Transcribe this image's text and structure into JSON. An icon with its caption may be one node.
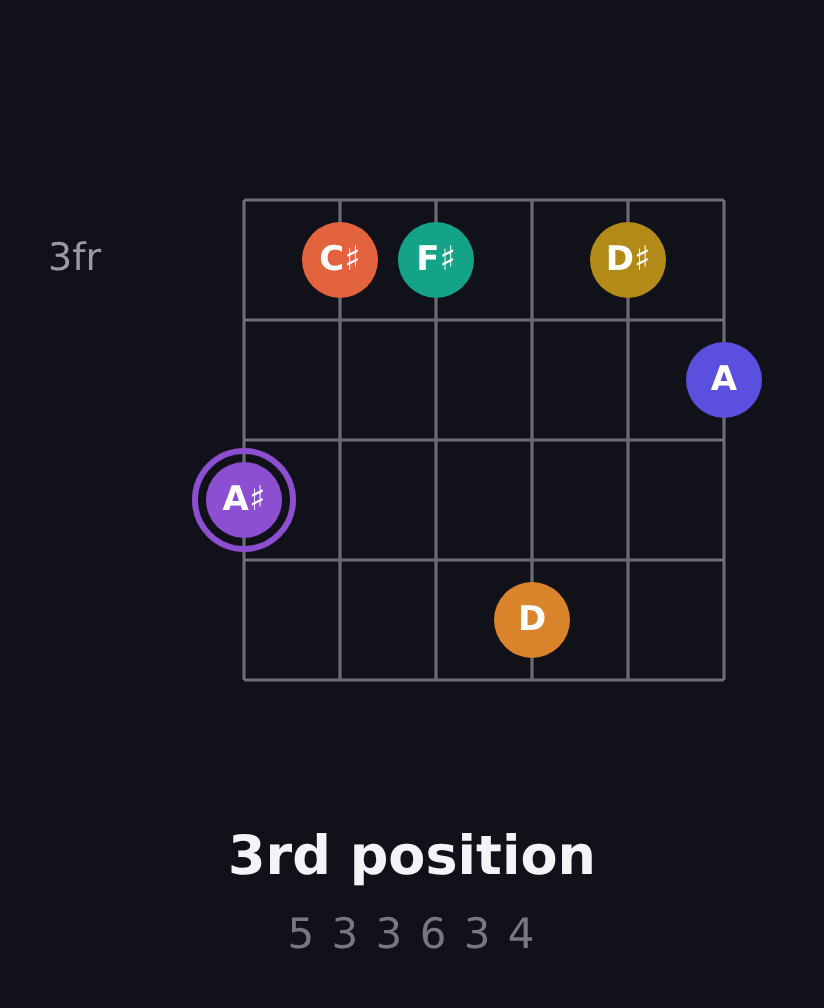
{
  "diagram": {
    "title": "3rd position",
    "nodes": [
      {
        "text": [
          "C♯"
        ]
      },
      {
        "text": [
          "F♯"
        ]
      },
      {
        "text": [
          "D♯"
        ]
      },
      {
        "text": [
          "A"
        ]
      },
      {
        "text": [
          "A♯"
        ]
      },
      {
        "text": [
          "D"
        ]
      }
    ],
    "labels": [
      "3fr",
      "5 3 3 6 3 4"
    ]
  }
}
